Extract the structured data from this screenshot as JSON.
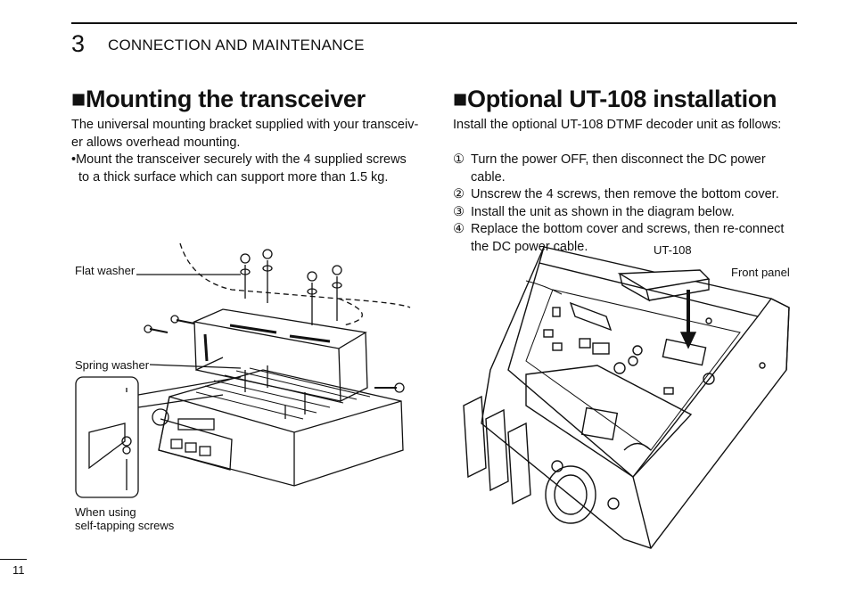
{
  "header": {
    "chapter_number": "3",
    "chapter_title": "CONNECTION AND MAINTENANCE"
  },
  "left": {
    "heading": "■Mounting the transceiver",
    "intro_line1": "The universal mounting bracket supplied with your transceiv-",
    "intro_line2": "er allows overhead mounting.",
    "bullet_line1": "•Mount the transceiver securely with the 4 supplied screws",
    "bullet_line2": "to a thick surface which can support more than 1.5 kg.",
    "labels": {
      "flat_washer": "Flat washer",
      "spring_washer": "Spring washer",
      "self_tapping_line1": "When using",
      "self_tapping_line2": "self-tapping screws"
    }
  },
  "right": {
    "heading": "■Optional UT-108 installation",
    "intro": "Install the optional UT-108 DTMF decoder unit as follows:",
    "steps": [
      {
        "num": "①",
        "text": "Turn the power OFF, then disconnect the DC power cable."
      },
      {
        "num": "②",
        "text": "Unscrew the 4 screws, then remove the bottom cover."
      },
      {
        "num": "③",
        "text": "Install the unit as shown in the diagram below."
      },
      {
        "num": "④",
        "text": "Replace the bottom cover and screws, then re-connect the DC power cable."
      }
    ],
    "labels": {
      "ut108": "UT-108",
      "front_panel": "Front panel"
    }
  },
  "footer": {
    "page_number": "11"
  }
}
